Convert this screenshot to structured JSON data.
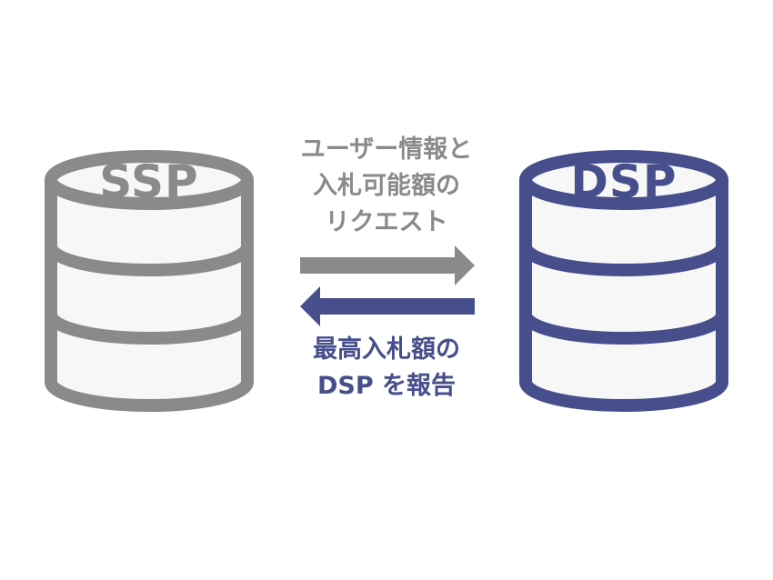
{
  "colors": {
    "ssp": "#8a8a8a",
    "dsp": "#464e8c",
    "cylinder_fill": "#f7f7f7",
    "request_text": "#8a8a8a",
    "report_text": "#464e8c"
  },
  "ssp": {
    "label": "SSP"
  },
  "dsp": {
    "label": "DSP"
  },
  "request": {
    "lines": [
      "ユーザー情報と",
      "入札可能額の",
      "リクエスト"
    ],
    "direction": "SSP → DSP"
  },
  "report": {
    "lines": [
      "最高入札額の",
      "DSP を報告"
    ],
    "direction": "DSP → SSP"
  }
}
